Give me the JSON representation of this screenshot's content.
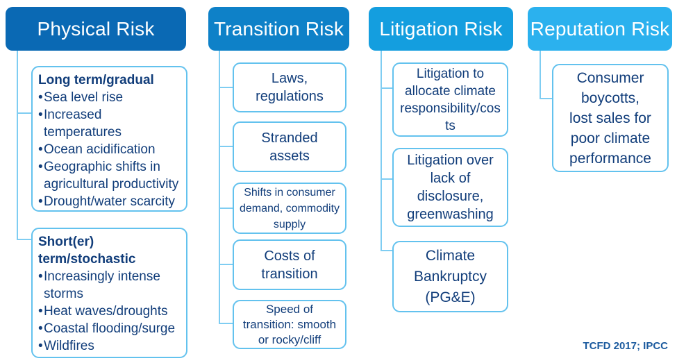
{
  "palette": {
    "physical_header_bg": "#0a69b4",
    "transition_header_bg": "#0e81c8",
    "litigation_header_bg": "#149edf",
    "reputation_header_bg": "#2bb1ee",
    "box_border": "#63c2ee",
    "connector": "#7fcdf2",
    "box_text": "#113d7a",
    "header_text": "#ffffff",
    "footer_text": "#1b5a9e"
  },
  "columns": [
    {
      "header": "Physical Risk",
      "boxes": [
        {
          "title": "Long term/gradual",
          "bullets": [
            "Sea level rise",
            "Increased temperatures",
            "Ocean acidification",
            "Geographic shifts in agricultural productivity",
            "Drought/water scarcity"
          ]
        },
        {
          "title": "Short(er) term/stochastic",
          "bullets": [
            "Increasingly intense storms",
            "Heat waves/droughts",
            "Coastal flooding/surge",
            "Wildfires"
          ]
        }
      ]
    },
    {
      "header": "Transition Risk",
      "boxes": [
        {
          "text": "Laws, regulations"
        },
        {
          "text": "Stranded assets"
        },
        {
          "text": "Shifts in consumer demand, commodity supply"
        },
        {
          "text": "Costs of transition"
        },
        {
          "text": "Speed of transition: smooth or rocky/cliff"
        }
      ]
    },
    {
      "header": "Litigation Risk",
      "boxes": [
        {
          "text": "Litigation to allocate climate responsibility/costs"
        },
        {
          "text": "Litigation over lack of disclosure, greenwashing"
        },
        {
          "text": "Climate Bankruptcy (PG&E)"
        }
      ]
    },
    {
      "header": "Reputation Risk",
      "boxes": [
        {
          "text": "Consumer boycotts, lost sales for poor climate performance"
        }
      ]
    }
  ],
  "footer": {
    "source_note": "TCFD 2017; IPCC"
  }
}
